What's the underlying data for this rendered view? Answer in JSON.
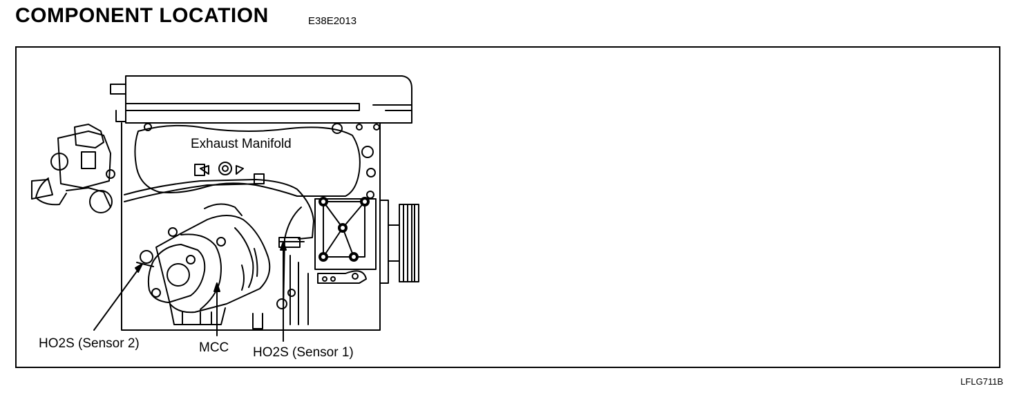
{
  "header": {
    "title": "COMPONENT LOCATION",
    "code": "E38E2013"
  },
  "figure": {
    "labels": {
      "exhaust_manifold": "Exhaust Manifold",
      "ho2s_sensor2": "HO2S (Sensor 2)",
      "mcc": "MCC",
      "ho2s_sensor1": "HO2S (Sensor 1)"
    },
    "reference": "LFLG711B"
  }
}
